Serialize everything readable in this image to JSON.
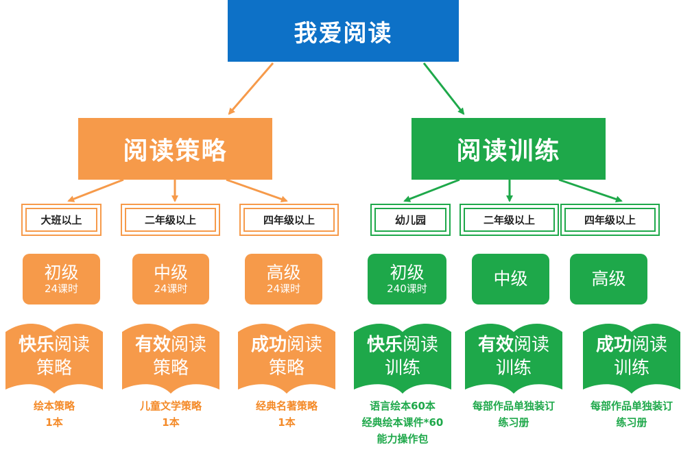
{
  "root": {
    "title": "我爱阅读"
  },
  "branches": [
    {
      "title": "阅读策略",
      "color": "#f69a4a"
    },
    {
      "title": "阅读训练",
      "color": "#1ea84a"
    }
  ],
  "levels": [
    "大班以上",
    "二年级以上",
    "四年级以上",
    "幼儿园",
    "二年级以上",
    "四年级以上"
  ],
  "grades": [
    {
      "name": "初级",
      "hours": "24课时"
    },
    {
      "name": "中级",
      "hours": "24课时"
    },
    {
      "name": "高级",
      "hours": "24课时"
    },
    {
      "name": "初级",
      "hours": "240课时"
    },
    {
      "name": "中级",
      "hours": ""
    },
    {
      "name": "高级",
      "hours": ""
    }
  ],
  "books": [
    {
      "bold": "快乐",
      "rest": "阅读",
      "line2": "策略"
    },
    {
      "bold": "有效",
      "rest": "阅读",
      "line2": "策略"
    },
    {
      "bold": "成功",
      "rest": "阅读",
      "line2": "策略"
    },
    {
      "bold": "快乐",
      "rest": "阅读",
      "line2": "训练"
    },
    {
      "bold": "有效",
      "rest": "阅读",
      "line2": "训练"
    },
    {
      "bold": "成功",
      "rest": "阅读",
      "line2": "训练"
    }
  ],
  "captions": [
    {
      "lines": [
        "绘本策略",
        "1本"
      ]
    },
    {
      "lines": [
        "儿童文学策略",
        "1本"
      ]
    },
    {
      "lines": [
        "经典名著策略",
        "1本"
      ]
    },
    {
      "lines": [
        "语言绘本60本",
        "经典绘本课件*60",
        "能力操作包"
      ]
    },
    {
      "lines": [
        "每部作品单独装订",
        "练习册"
      ]
    },
    {
      "lines": [
        "每部作品单独装订",
        "练习册"
      ]
    }
  ],
  "colors": {
    "root": "#0d71c7",
    "orange": "#f69a4a",
    "green": "#1ea84a",
    "caption_orange": "#f48a28"
  }
}
